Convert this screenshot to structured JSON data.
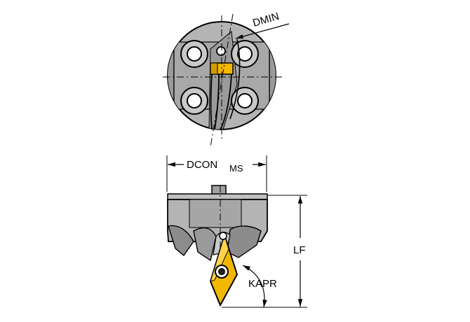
{
  "dimensions": {
    "dmin": "DMIN",
    "dcon": "DCON",
    "dcon_sub": "MS",
    "lf": "LF",
    "kapr": "KAPR"
  },
  "colors": {
    "body_fill": "#b4b4b4",
    "body_dark": "#8c8c8c",
    "body_light": "#d6d6d6",
    "insert_fill": "#f2b800",
    "outline": "#000000"
  }
}
